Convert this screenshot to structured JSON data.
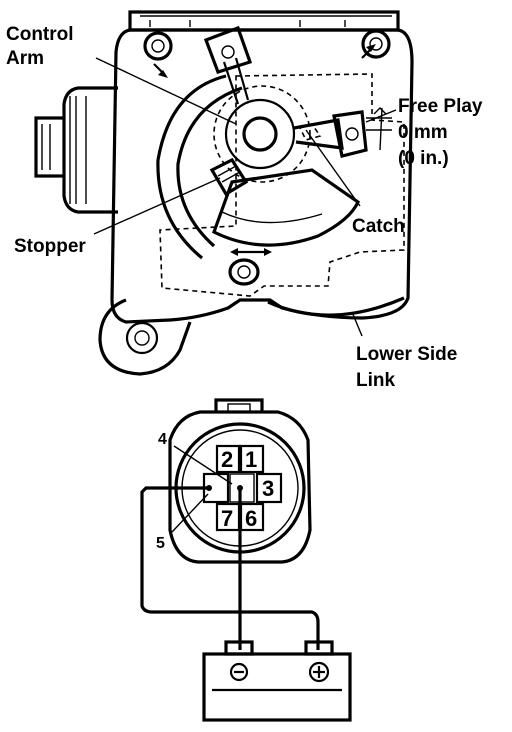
{
  "labels": {
    "control_arm_line1": "Control",
    "control_arm_line2": "Arm",
    "free_play_line1": "Free Play",
    "free_play_line2": "0 mm",
    "free_play_line3": "(0 in.)",
    "catch": "Catch",
    "stopper": "Stopper",
    "lower_side_link_line1": "Lower Side",
    "lower_side_link_line2": "Link"
  },
  "connector": {
    "terminals": [
      "2",
      "1",
      "3",
      "7",
      "6"
    ],
    "callout_4": "4",
    "callout_5": "5"
  },
  "battery": {
    "negative_symbol": "⊖",
    "positive_symbol": "⊕"
  }
}
